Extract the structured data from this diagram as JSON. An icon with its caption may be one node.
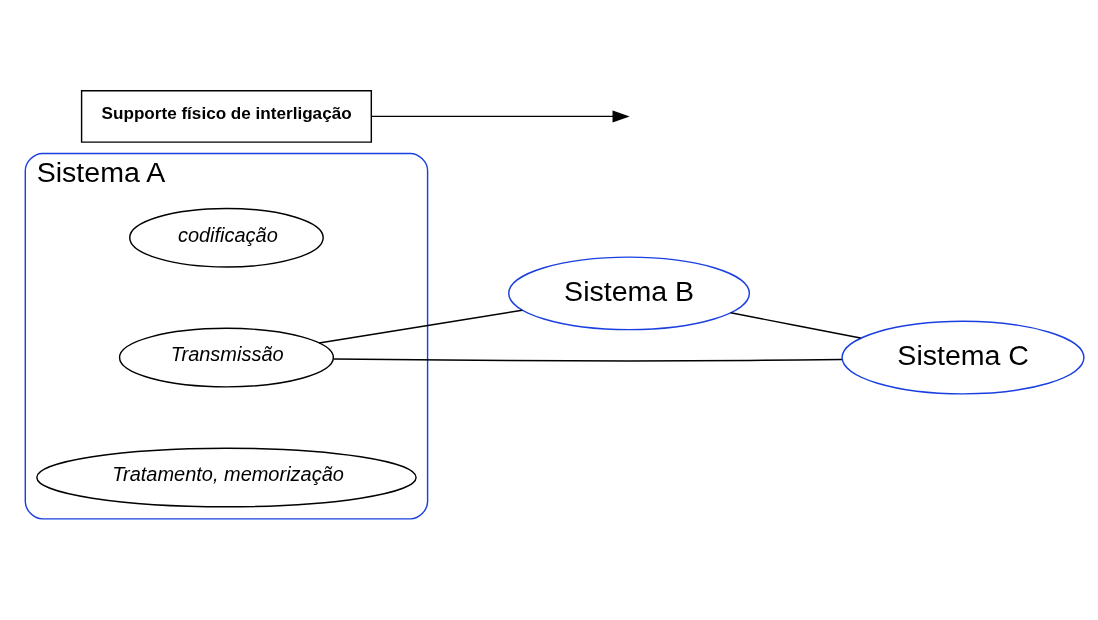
{
  "diagram": {
    "nodes": [
      {
        "text": [
          "Sistema A"
        ]
      },
      {
        "text": [
          "codificação"
        ],
        "in": 0
      },
      {
        "text": [
          "Transmissão"
        ],
        "in": 0
      },
      {
        "text": [
          "Tratamento, memorização"
        ],
        "in": 0
      },
      {
        "text": [
          "Sistema B"
        ]
      },
      {
        "text": [
          "Sistema C"
        ]
      },
      {
        "text": [
          "Supporte físico de interligação"
        ]
      }
    ],
    "edges": [
      {
        "from": 2,
        "to": 4,
        "arrow": "none"
      },
      {
        "from": 2,
        "to": 5,
        "arrow": "none"
      },
      {
        "from": 4,
        "to": 5,
        "arrow": "none"
      },
      {
        "from": 6,
        "to": null,
        "arrow": "to"
      }
    ]
  }
}
